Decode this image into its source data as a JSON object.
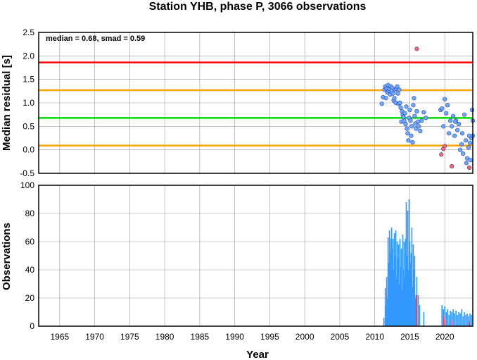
{
  "chart_data": [
    {
      "type": "scatter",
      "title": "Station YHB, phase P, 3066 observations",
      "ylabel": "Median residual [s]",
      "annotation": "median = 0.68, smad = 0.59",
      "xlim": [
        1962,
        2024
      ],
      "ylim": [
        -0.5,
        2.5
      ],
      "xticks": [
        1965,
        1970,
        1975,
        1980,
        1985,
        1990,
        1995,
        2000,
        2005,
        2010,
        2015,
        2020
      ],
      "yticks": [
        "-0.5",
        "0.0",
        "0.5",
        "1.0",
        "1.5",
        "2.0",
        "2.5"
      ],
      "grid": true,
      "reference_lines": [
        {
          "y": 1.86,
          "color": "#ff0000"
        },
        {
          "y": 1.27,
          "color": "#ffa500"
        },
        {
          "y": 0.68,
          "color": "#00dd00"
        },
        {
          "y": 0.09,
          "color": "#ffa500"
        }
      ],
      "series": [
        {
          "color": "#6fa8ff",
          "points": [
            [
              2011.0,
              0.98
            ],
            [
              2011.2,
              1.12
            ],
            [
              2011.4,
              1.28
            ],
            [
              2011.5,
              1.35
            ],
            [
              2011.6,
              1.1
            ],
            [
              2011.7,
              1.3
            ],
            [
              2011.8,
              1.22
            ],
            [
              2011.9,
              1.38
            ],
            [
              2012.0,
              1.26
            ],
            [
              2012.1,
              1.3
            ],
            [
              2012.2,
              1.18
            ],
            [
              2012.3,
              1.35
            ],
            [
              2012.4,
              1.25
            ],
            [
              2012.5,
              1.32
            ],
            [
              2012.6,
              1.2
            ],
            [
              2012.7,
              1.05
            ],
            [
              2012.8,
              1.1
            ],
            [
              2012.9,
              1.28
            ],
            [
              2013.0,
              1.0
            ],
            [
              2013.1,
              1.3
            ],
            [
              2013.2,
              1.35
            ],
            [
              2013.3,
              1.2
            ],
            [
              2013.4,
              0.98
            ],
            [
              2013.5,
              1.28
            ],
            [
              2013.6,
              1.0
            ],
            [
              2013.7,
              0.9
            ],
            [
              2013.8,
              0.6
            ],
            [
              2013.9,
              0.82
            ],
            [
              2014.0,
              0.75
            ],
            [
              2014.1,
              0.7
            ],
            [
              2014.2,
              0.62
            ],
            [
              2014.3,
              0.78
            ],
            [
              2014.4,
              0.55
            ],
            [
              2014.5,
              0.92
            ],
            [
              2014.6,
              0.45
            ],
            [
              2014.7,
              0.35
            ],
            [
              2014.8,
              0.2
            ],
            [
              2014.9,
              0.68
            ],
            [
              2015.0,
              0.85
            ],
            [
              2015.1,
              0.62
            ],
            [
              2015.2,
              0.3
            ],
            [
              2015.3,
              0.5
            ],
            [
              2015.4,
              0.16
            ],
            [
              2015.5,
              0.95
            ],
            [
              2015.6,
              1.1
            ],
            [
              2015.7,
              0.72
            ],
            [
              2015.8,
              0.56
            ],
            [
              2015.9,
              0.45
            ],
            [
              2016.0,
              0.82
            ],
            [
              2016.2,
              0.6
            ],
            [
              2016.3,
              0.5
            ],
            [
              2016.5,
              0.4
            ],
            [
              2016.7,
              0.62
            ],
            [
              2017.0,
              0.8
            ],
            [
              2017.3,
              0.68
            ],
            [
              2019.4,
              0.85
            ],
            [
              2019.6,
              0.88
            ],
            [
              2019.8,
              0.5
            ],
            [
              2020.0,
              1.08
            ],
            [
              2020.2,
              0.78
            ],
            [
              2020.4,
              0.95
            ],
            [
              2020.6,
              0.35
            ],
            [
              2020.8,
              0.62
            ],
            [
              2021.0,
              0.5
            ],
            [
              2021.2,
              0.72
            ],
            [
              2021.4,
              0.3
            ],
            [
              2021.6,
              0.62
            ],
            [
              2021.8,
              0.42
            ],
            [
              2022.0,
              0.55
            ],
            [
              2022.2,
              0.0
            ],
            [
              2022.4,
              0.12
            ],
            [
              2022.6,
              -0.08
            ],
            [
              2022.8,
              0.75
            ],
            [
              2023.0,
              0.2
            ],
            [
              2023.2,
              -0.18
            ],
            [
              2023.4,
              0.05
            ],
            [
              2023.6,
              0.15
            ],
            [
              2023.8,
              0.25
            ],
            [
              2024.0,
              0.62
            ],
            [
              2023.9,
              0.85
            ],
            [
              2023.7,
              -0.22
            ],
            [
              2023.1,
              -0.28
            ],
            [
              2023.5,
              0.3
            ],
            [
              2021.5,
              0.6
            ],
            [
              2022.5,
              0.35
            ],
            [
              2024.0,
              0.3
            ]
          ]
        },
        {
          "color": "#ff6666",
          "points": [
            [
              2016.0,
              2.15
            ],
            [
              2019.5,
              -0.1
            ],
            [
              2019.8,
              0.02
            ],
            [
              2020.0,
              0.08
            ],
            [
              2021.0,
              -0.35
            ],
            [
              2023.5,
              -0.38
            ]
          ]
        }
      ]
    },
    {
      "type": "bar",
      "xlabel": "Year",
      "ylabel": "Observations",
      "xlim": [
        1962,
        2024
      ],
      "ylim": [
        0,
        100
      ],
      "xticks": [
        1965,
        1970,
        1975,
        1980,
        1985,
        1990,
        1995,
        2000,
        2005,
        2010,
        2015,
        2020
      ],
      "yticks": [
        "0",
        "20",
        "40",
        "60",
        "80",
        "100"
      ],
      "grid": true,
      "colors": {
        "bars": "#3399ff",
        "outlier_bars": "#ff3333"
      },
      "x": [
        2011.3,
        2011.5,
        2011.6,
        2011.7,
        2011.8,
        2011.9,
        2012.0,
        2012.1,
        2012.2,
        2012.3,
        2012.4,
        2012.5,
        2012.6,
        2012.7,
        2012.8,
        2012.9,
        2013.0,
        2013.1,
        2013.2,
        2013.3,
        2013.4,
        2013.5,
        2013.6,
        2013.7,
        2013.8,
        2013.9,
        2014.0,
        2014.1,
        2014.2,
        2014.3,
        2014.4,
        2014.5,
        2014.6,
        2014.7,
        2014.8,
        2014.9,
        2015.0,
        2015.1,
        2015.2,
        2015.3,
        2015.4,
        2015.5,
        2015.6,
        2015.7,
        2015.8,
        2015.9,
        2016.0,
        2016.2,
        2016.4,
        2017.0,
        2019.6,
        2019.8,
        2020.0,
        2020.2,
        2020.4,
        2020.6,
        2020.8,
        2021.0,
        2021.2,
        2021.4,
        2021.6,
        2021.8,
        2022.0,
        2022.2,
        2022.4,
        2022.6,
        2022.8,
        2023.0,
        2023.2,
        2023.4,
        2023.6,
        2023.8
      ],
      "values": [
        6,
        27,
        15,
        35,
        20,
        63,
        45,
        68,
        52,
        62,
        70,
        55,
        62,
        40,
        66,
        50,
        68,
        35,
        60,
        48,
        58,
        30,
        62,
        42,
        55,
        26,
        65,
        40,
        60,
        35,
        62,
        88,
        50,
        82,
        40,
        90,
        60,
        45,
        52,
        70,
        28,
        58,
        40,
        50,
        20,
        22,
        35,
        22,
        15,
        10,
        15,
        12,
        14,
        10,
        12,
        8,
        11,
        10,
        12,
        9,
        11,
        8,
        10,
        9,
        12,
        7,
        10,
        8,
        9,
        7,
        9,
        8
      ],
      "outlier_x": [
        2016.0,
        2019.8,
        2020.0,
        2021.0,
        2023.5
      ],
      "outlier_values": [
        22,
        8,
        5,
        4,
        3
      ]
    }
  ]
}
